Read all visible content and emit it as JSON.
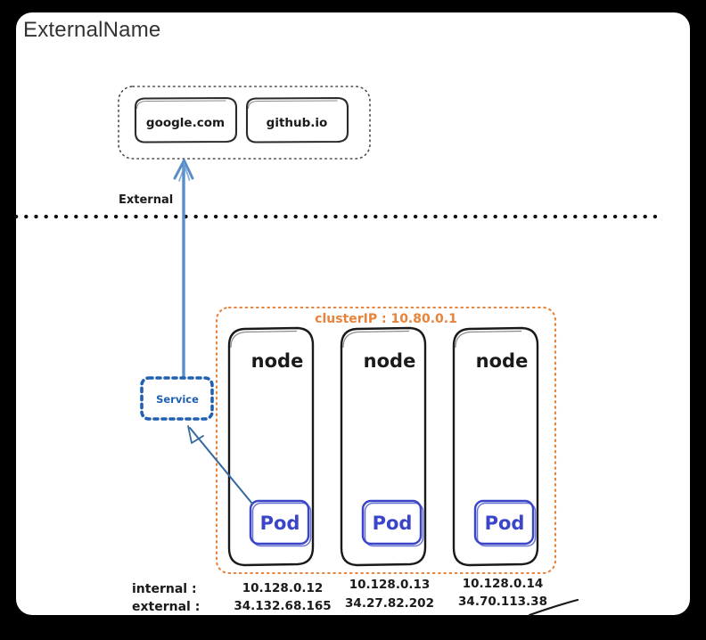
{
  "page": {
    "title": "ExternalName",
    "background_color": "#000000",
    "card_color": "#ffffff"
  },
  "colors": {
    "accent_orange": "#e8833a",
    "pod_blue": "#3a45c8",
    "service_blue": "#2060b0",
    "arrow_blue": "#4a7fc1",
    "ink_black": "#1a1a1a",
    "title_gray": "#333333"
  },
  "external_zone": {
    "label": "External",
    "group_name": "external-name-targets",
    "targets": [
      {
        "name": "google.com"
      },
      {
        "name": "github.io"
      }
    ]
  },
  "service": {
    "label": "Service",
    "type": "ExternalName"
  },
  "cluster": {
    "clusterip_label": "clusterIP : 10.80.0.1",
    "nodes": [
      {
        "label": "node",
        "pod_label": "Pod",
        "internal_ip": "10.128.0.12",
        "external_ip": "34.132.68.165"
      },
      {
        "label": "node",
        "pod_label": "Pod",
        "internal_ip": "10.128.0.13",
        "external_ip": "34.27.82.202"
      },
      {
        "label": "node",
        "pod_label": "Pod",
        "internal_ip": "10.128.0.14",
        "external_ip": "34.70.113.38"
      }
    ]
  },
  "ip_legend": {
    "internal_label": "internal :",
    "external_label": "external :"
  }
}
